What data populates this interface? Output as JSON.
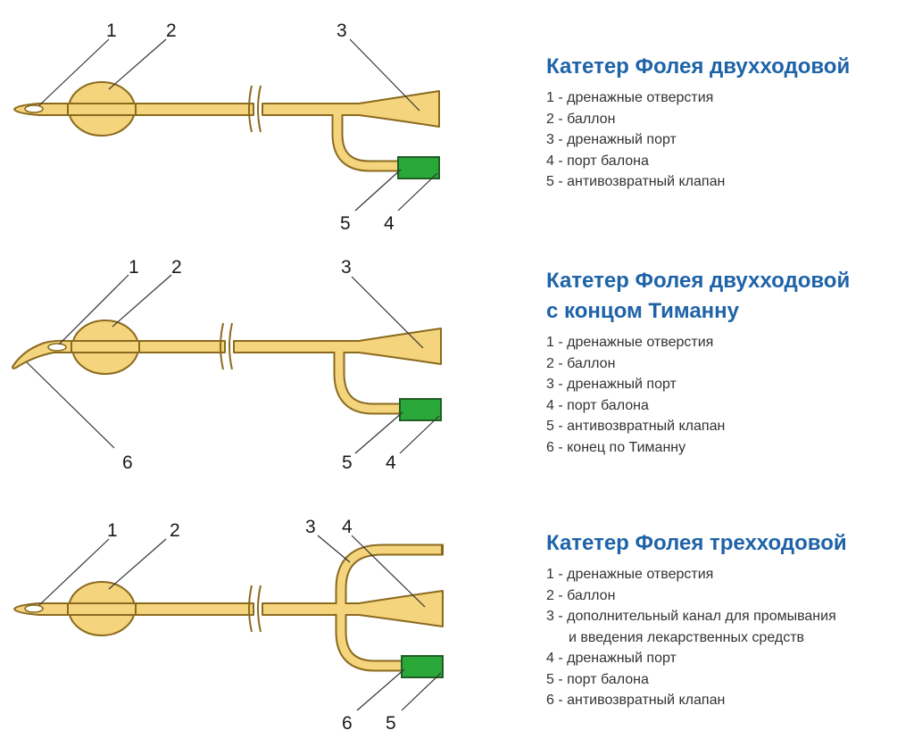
{
  "sections": [
    {
      "title_lines": [
        "Катетер Фолея двухходовой"
      ],
      "legend": [
        {
          "text": "1 - дренажные отверстия"
        },
        {
          "text": "2 - баллон"
        },
        {
          "text": "3 - дренажный порт"
        },
        {
          "text": "4 - порт балона"
        },
        {
          "text": "5 - антивозвратный клапан"
        }
      ],
      "callouts": [
        "1",
        "2",
        "3",
        "5",
        "4"
      ]
    },
    {
      "title_lines": [
        "Катетер Фолея двухходовой",
        "с концом Тиманну"
      ],
      "legend": [
        {
          "text": "1 - дренажные отверстия"
        },
        {
          "text": "2 - баллон"
        },
        {
          "text": "3 - дренажный порт"
        },
        {
          "text": "4 - порт балона"
        },
        {
          "text": "5 - антивозвратный клапан"
        },
        {
          "text": "6 - конец по Тиманну"
        }
      ],
      "callouts": [
        "1",
        "2",
        "3",
        "6",
        "5",
        "4"
      ]
    },
    {
      "title_lines": [
        "Катетер Фолея трехходовой"
      ],
      "legend": [
        {
          "text": "1 - дренажные отверстия"
        },
        {
          "text": "2 - баллон"
        },
        {
          "text": "3 - дополнительный канал для промывания",
          "cont": "и введения лекарственных средств"
        },
        {
          "text": "4 - дренажный порт"
        },
        {
          "text": "5 - порт балона"
        },
        {
          "text": "6 - антивозвратный клапан"
        }
      ],
      "callouts": [
        "1",
        "2",
        "3",
        "4",
        "6",
        "5"
      ]
    }
  ]
}
